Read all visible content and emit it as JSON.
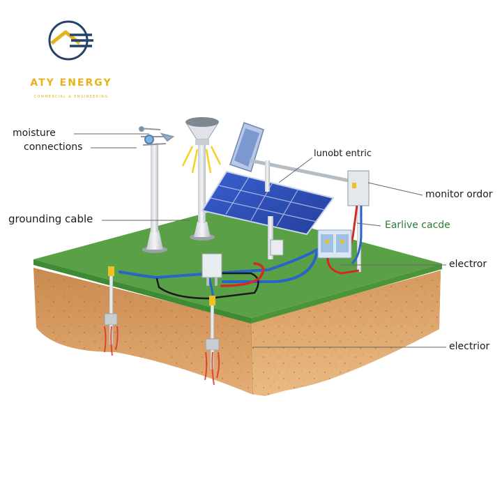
{
  "brand": {
    "name": "ATY ENERGY",
    "tagline": "COMMERCIAL & ENGINEERING",
    "colors": {
      "navy": "#24426b",
      "gold": "#e6b21e"
    }
  },
  "labels": {
    "moisture": "moisture",
    "connections": "connections",
    "grounding_cable": "grounding cable",
    "lunobt_entric": "lunobt entric",
    "monitor_ordor": "monitor ordor",
    "earlive_cacde": "Earlive cacde",
    "electror": "electror",
    "electrior": "electrior"
  },
  "colors": {
    "grass": "#5aa046",
    "soil": "#d99a5f",
    "cable_blue": "#2a64c8",
    "cable_red": "#d42a22",
    "cable_black": "#1a1a1a",
    "panel_blue": "#2f4fb8",
    "earlive_label": "#2f7a2f"
  }
}
